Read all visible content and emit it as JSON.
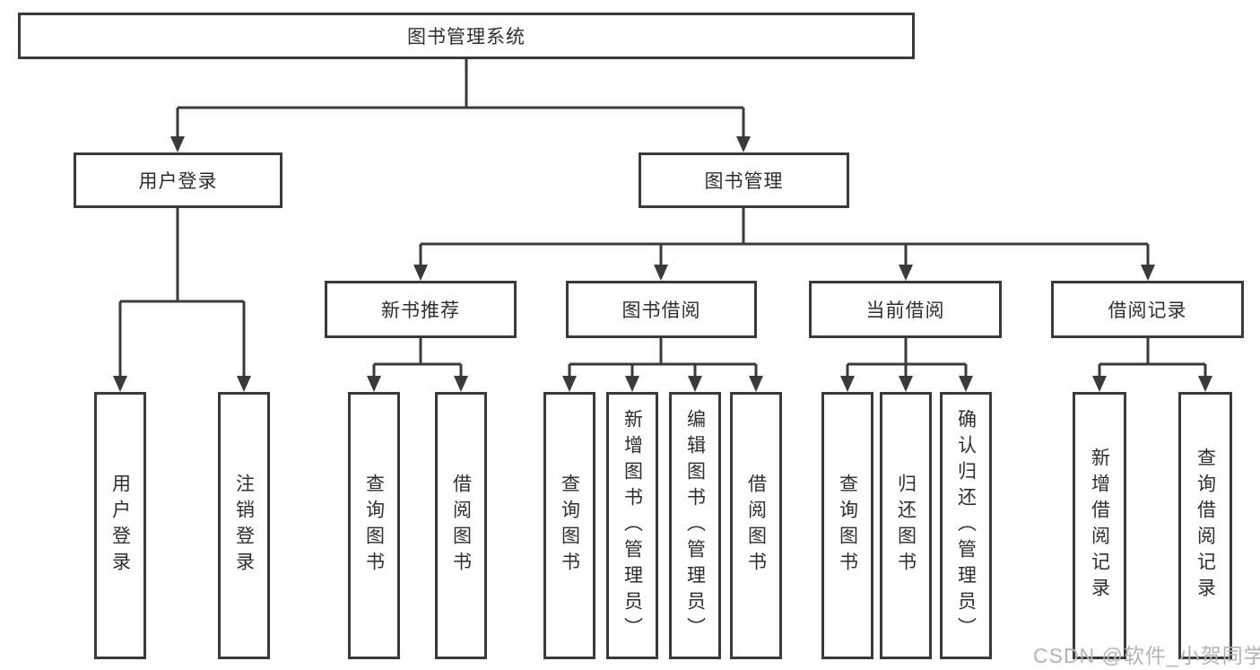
{
  "diagram_title": "图书管理系统",
  "tree": {
    "root": "图书管理系统",
    "branches": [
      {
        "label": "用户登录",
        "children": [
          "用户登录",
          "注销登录"
        ]
      },
      {
        "label": "图书管理",
        "groups": [
          {
            "label": "新书推荐",
            "children": [
              "查询图书",
              "借阅图书"
            ]
          },
          {
            "label": "图书借阅",
            "children": [
              "查询图书",
              "新增图书（管理员）",
              "编辑图书（管理员）",
              "借阅图书"
            ]
          },
          {
            "label": "当前借阅",
            "children": [
              "查询图书",
              "归还图书",
              "确认归还（管理员）"
            ]
          },
          {
            "label": "借阅记录",
            "children": [
              "新增借阅记录",
              "查询借阅记录"
            ]
          }
        ]
      }
    ]
  },
  "watermark": {
    "text": "CSDN @软件_小贺同学"
  },
  "colors": {
    "line": "#3a3a3a",
    "box_border": "#3a3a3a",
    "text": "#2e2e2e",
    "watermark": "#b4b4b4",
    "background": "#ffffff"
  }
}
